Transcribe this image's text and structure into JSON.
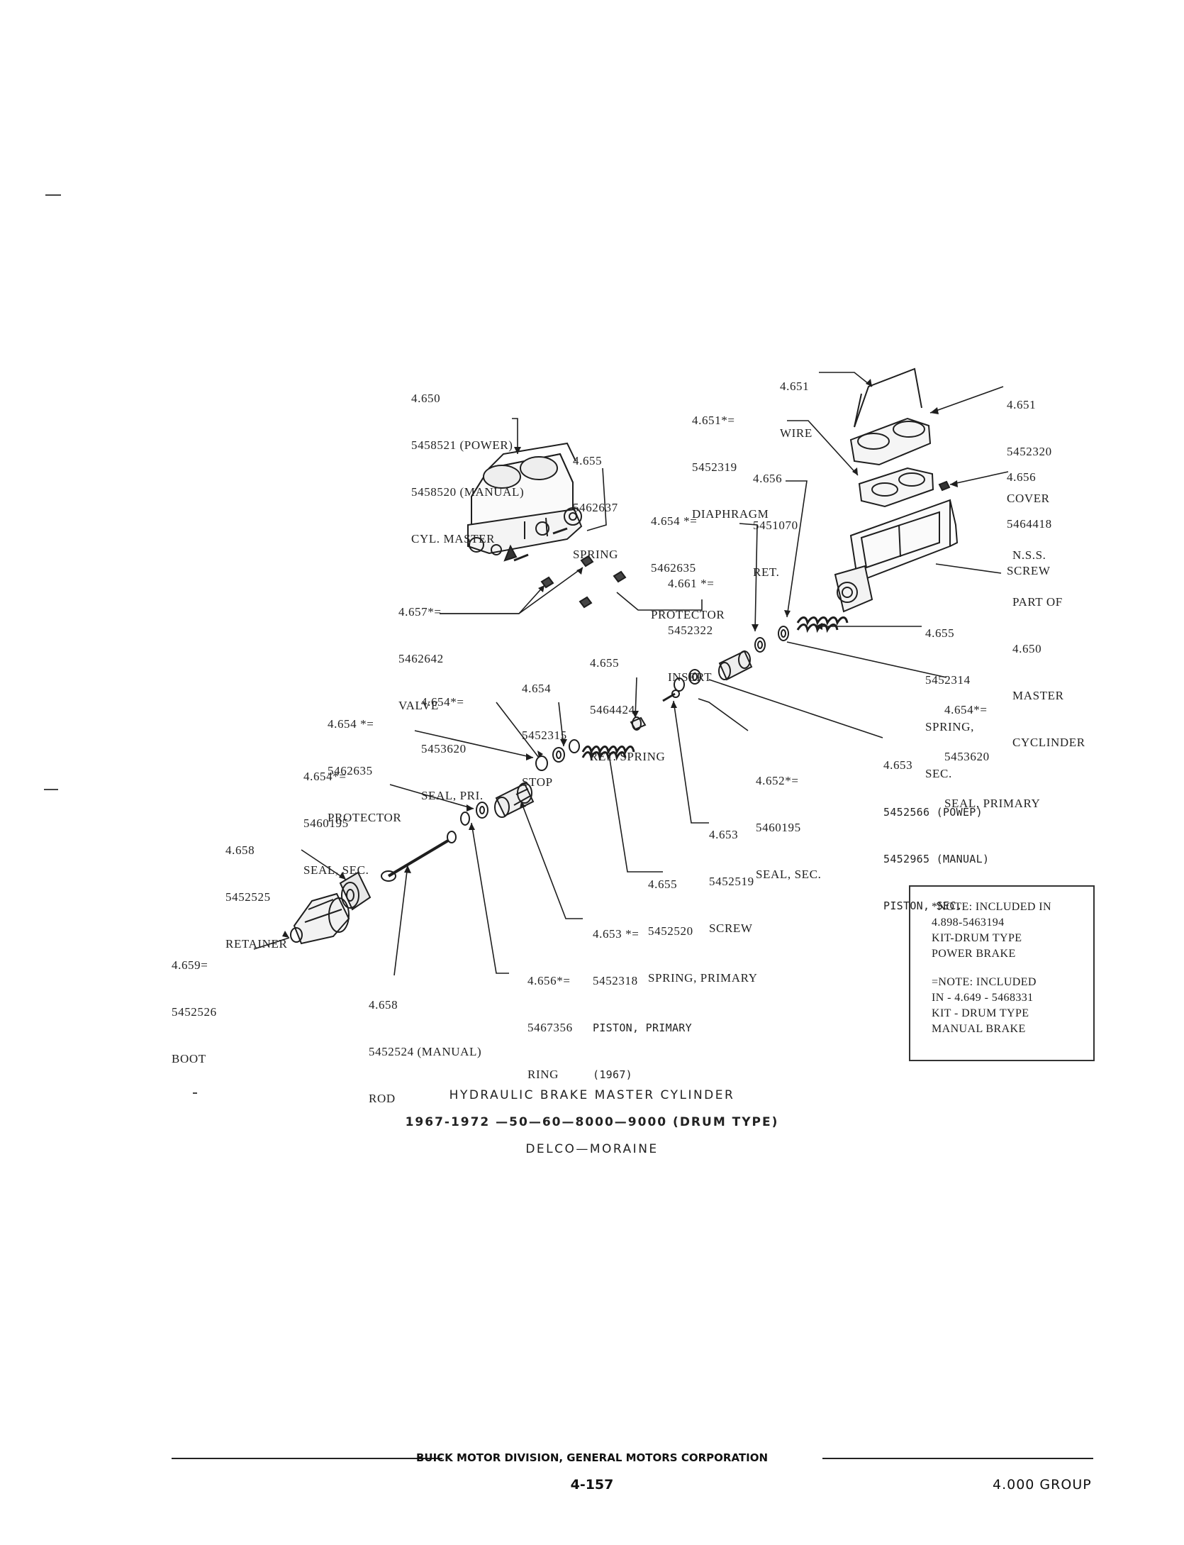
{
  "labels": {
    "cyl_master": [
      "4.650",
      "5458521 (POWER)",
      "5458520 (MANUAL)",
      "CYL. MASTER"
    ],
    "spring_655_top": [
      "4.655",
      "5462637",
      "SPRING"
    ],
    "wire": [
      "4.651",
      "WIRE"
    ],
    "cover": [
      "4.651",
      "5452320",
      "COVER"
    ],
    "diaphragm": [
      "4.651*=",
      "5452319",
      "DIAPHRAGM"
    ],
    "ret_656": [
      "4.656",
      "5451070",
      "RET."
    ],
    "screw_656": [
      "4.656",
      "5464418",
      "SCREW"
    ],
    "protector_top": [
      "4.654 *=",
      "5462635",
      "PROTECTOR"
    ],
    "nss": [
      "N.S.S.",
      "PART OF",
      "4.650",
      "MASTER",
      "CYCLINDER"
    ],
    "insert": [
      "4.661 *=",
      "5452322",
      "INSERT"
    ],
    "valve": [
      "4.657*=",
      "5462642",
      "VALVE"
    ],
    "spring_sec": [
      "4.655",
      "5452314",
      "SPRING,",
      "SEC."
    ],
    "ret_spring": [
      "4.655",
      "5464424",
      "RET. SPRING"
    ],
    "stop": [
      "4.654",
      "5452315",
      "STOP"
    ],
    "seal_pri": [
      "4.654*=",
      "5453620",
      "SEAL, PRI."
    ],
    "seal_primary_right": [
      "4.654*=",
      "5453620",
      "SEAL, PRIMARY"
    ],
    "protector_left": [
      "4.654 *=",
      "5462635",
      "PROTECTOR"
    ],
    "piston_sec": [
      "4.653",
      "5452566 (POWEP)",
      "5452965 (MANUAL)",
      "PISTON, SEC."
    ],
    "seal_sec_left": [
      "4.654*=",
      "5460195",
      "SEAL, SEC."
    ],
    "seal_sec_right": [
      "4.652*=",
      "5460195",
      "SEAL, SEC."
    ],
    "screw_653": [
      "4.653",
      "5452519",
      "SCREW"
    ],
    "retainer": [
      "4.658",
      "5452525",
      "RETAINER"
    ],
    "spring_primary": [
      "4.655",
      "5452520",
      "SPRING, PRIMARY"
    ],
    "piston_primary": [
      "4.653 *=",
      "5452318",
      "PISTON, PRIMARY",
      "(1967)"
    ],
    "boot": [
      "4.659=",
      "5452526",
      "BOOT"
    ],
    "ring": [
      "4.656*=",
      "5467356",
      "RING"
    ],
    "rod": [
      "4.658",
      "5452524 (MANUAL)",
      "ROD"
    ]
  },
  "note": {
    "note1": [
      "*NOTE: INCLUDED IN",
      "4.898-5463194",
      "KIT-DRUM TYPE",
      "POWER BRAKE"
    ],
    "note2": [
      "=NOTE: INCLUDED",
      "IN - 4.649 - 5468331",
      "KIT - DRUM TYPE",
      "MANUAL BRAKE"
    ]
  },
  "title": {
    "line1": "HYDRAULIC BRAKE MASTER CYLINDER",
    "line2": "1967-1972 —50—60—8000—9000 (DRUM TYPE)",
    "line3": "DELCO—MORAINE"
  },
  "footer": {
    "division": "BUICK MOTOR DIVISION, GENERAL MOTORS CORPORATION",
    "page": "4-157",
    "group": "4.000 GROUP"
  }
}
